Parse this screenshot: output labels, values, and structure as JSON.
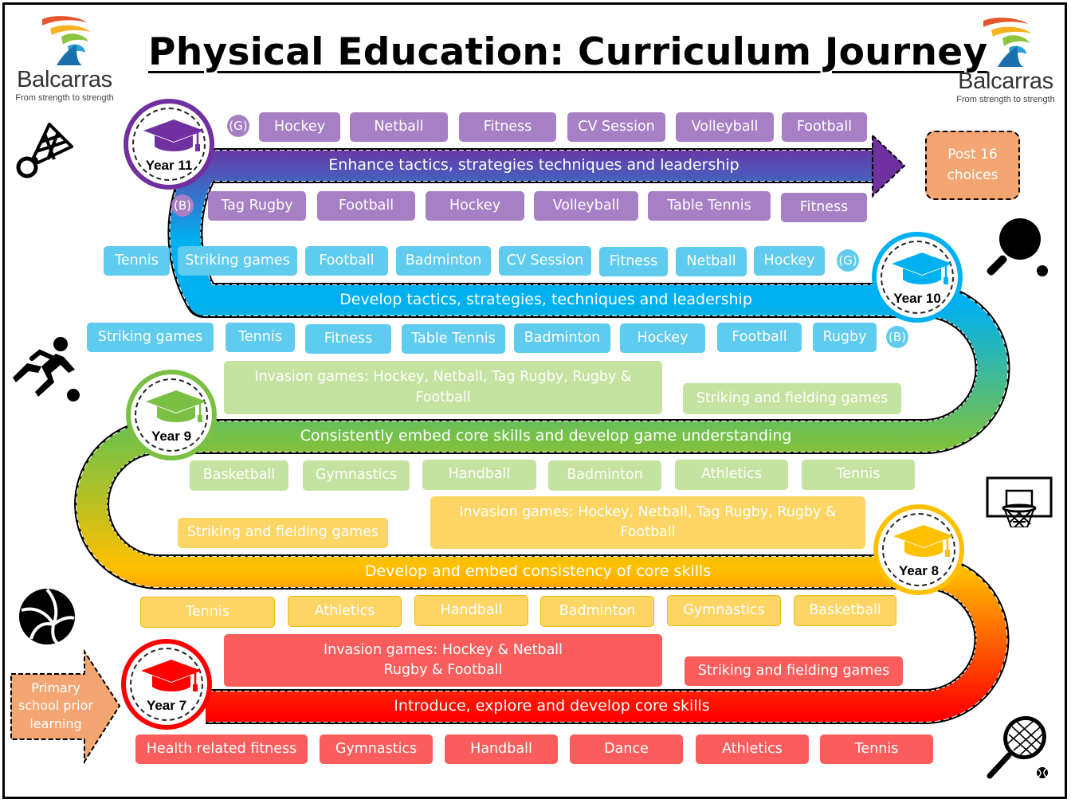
{
  "title": "Physical Education: Curriculum Journey",
  "logo": {
    "name": "Balcarras",
    "tagline": "From strength to strength"
  },
  "colors": {
    "year11": "#7030a0",
    "year10": "#00b0f0",
    "year9": "#7ac143",
    "year8": "#ffc000",
    "year7": "#ff0000",
    "post16": "#f4a672"
  },
  "post16": "Post 16 choices",
  "primary": "Primary school prior learning",
  "markers": {
    "girls": "(G)",
    "boys": "(B)"
  },
  "year11": {
    "label": "Year 11",
    "banner": "Enhance tactics, strategies techniques and leadership",
    "girls": [
      "Hockey",
      "Netball",
      "Fitness",
      "CV Session",
      "Volleyball",
      "Football"
    ],
    "boys": [
      "Tag Rugby",
      "Football",
      "Hockey",
      "Volleyball",
      "Table Tennis",
      "Fitness"
    ]
  },
  "year10": {
    "label": "Year 10",
    "banner": "Develop tactics, strategies, techniques and leadership",
    "girls": [
      "Tennis",
      "Striking games",
      "Football",
      "Badminton",
      "CV Session",
      "Fitness",
      "Netball",
      "Hockey"
    ],
    "boys": [
      "Striking games",
      "Tennis",
      "Fitness",
      "Table Tennis",
      "Badminton",
      "Hockey",
      "Football",
      "Rugby"
    ]
  },
  "year9": {
    "label": "Year 9",
    "banner": "Consistently embed core skills and develop game understanding",
    "invasion": "Invasion games: Hockey, Netball, Tag Rugby, Rugby & Football",
    "striking": "Striking and fielding games",
    "activities": [
      "Basketball",
      "Gymnastics",
      "Handball",
      "Badminton",
      "Athletics",
      "Tennis"
    ]
  },
  "year8": {
    "label": "Year 8",
    "banner": "Develop and embed  consistency of core skills",
    "striking": "Striking and fielding games",
    "invasion": "Invasion games: Hockey, Netball, Tag Rugby, Rugby & Football",
    "activities": [
      "Tennis",
      "Athletics",
      "Handball",
      "Badminton",
      "Gymnastics",
      "Basketball"
    ]
  },
  "year7": {
    "label": "Year 7",
    "banner": "Introduce, explore and develop core skills",
    "invasion_line1": "Invasion games: Hockey & Netball",
    "invasion_line2": "Rugby & Football",
    "striking": "Striking and fielding games",
    "activities": [
      "Health related fitness",
      "Gymnastics",
      "Handball",
      "Dance",
      "Athletics",
      "Tennis"
    ]
  },
  "icons": [
    "shuttlecock-icon",
    "table-tennis-paddle-icon",
    "footballer-icon",
    "basketball-hoop-icon",
    "volleyball-icon",
    "tennis-racket-icon",
    "graduation-cap-icon",
    "logo-flame-icon"
  ]
}
